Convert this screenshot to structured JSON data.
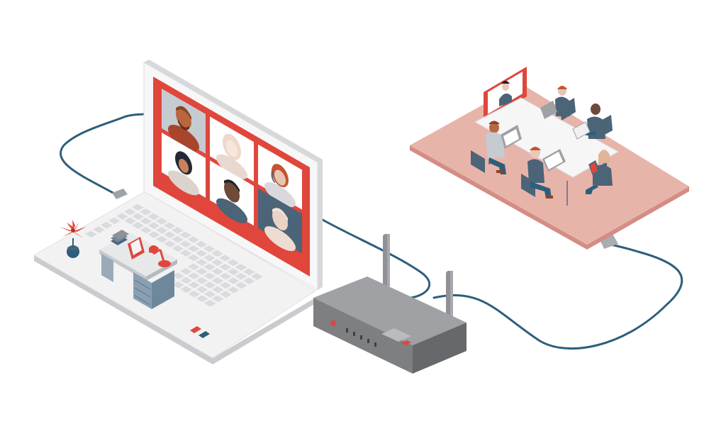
{
  "illustration": {
    "subject": "",
    "laptop": {
      "screen": {
        "tiles": [
          {
            "name": "participant-bearded-man",
            "skin": "#b9673f",
            "hair": "#8a4426",
            "bg": "#c6cbd2"
          },
          {
            "name": "participant-blonde-woman",
            "skin": "#f0dcd2",
            "hair": "#e8cfc3",
            "bg": "#ffffff"
          },
          {
            "name": "participant-woman-headset",
            "skin": "#dcb3a3",
            "hair": "#c4552f",
            "bg": "#ffffff"
          },
          {
            "name": "participant-dark-hair",
            "skin": "#d89a7e",
            "hair": "#222a33",
            "bg": "#ffffff"
          },
          {
            "name": "participant-man-dark",
            "skin": "#6f4a3a",
            "hair": "#1d2329",
            "bg": "#ffffff"
          },
          {
            "name": "participant-blonde-man",
            "skin": "#e9d3c6",
            "hair": "#e8cfc3",
            "bg": "#4b6478"
          }
        ]
      },
      "desk_items": [
        "desk-icon",
        "desk-lamp-icon",
        "picture-frame-icon",
        "books-icon",
        "potted-plant-icon"
      ]
    },
    "router": {
      "antennas": 2,
      "status_lights": 5
    },
    "meeting_room": {
      "people": 6,
      "devices": [
        "laptop-icon",
        "laptop-icon",
        "tablet-icon",
        "tablet-icon"
      ]
    },
    "colors": {
      "accent_red": "#e0463c",
      "cable_blue": "#2e5e7c",
      "device_gray": "#8f9194",
      "laptop_white": "#f4f4f5",
      "floor_pink": "#e7b4aa",
      "floor_edge": "#d48d84",
      "suit_slate": "#4b6478"
    }
  }
}
